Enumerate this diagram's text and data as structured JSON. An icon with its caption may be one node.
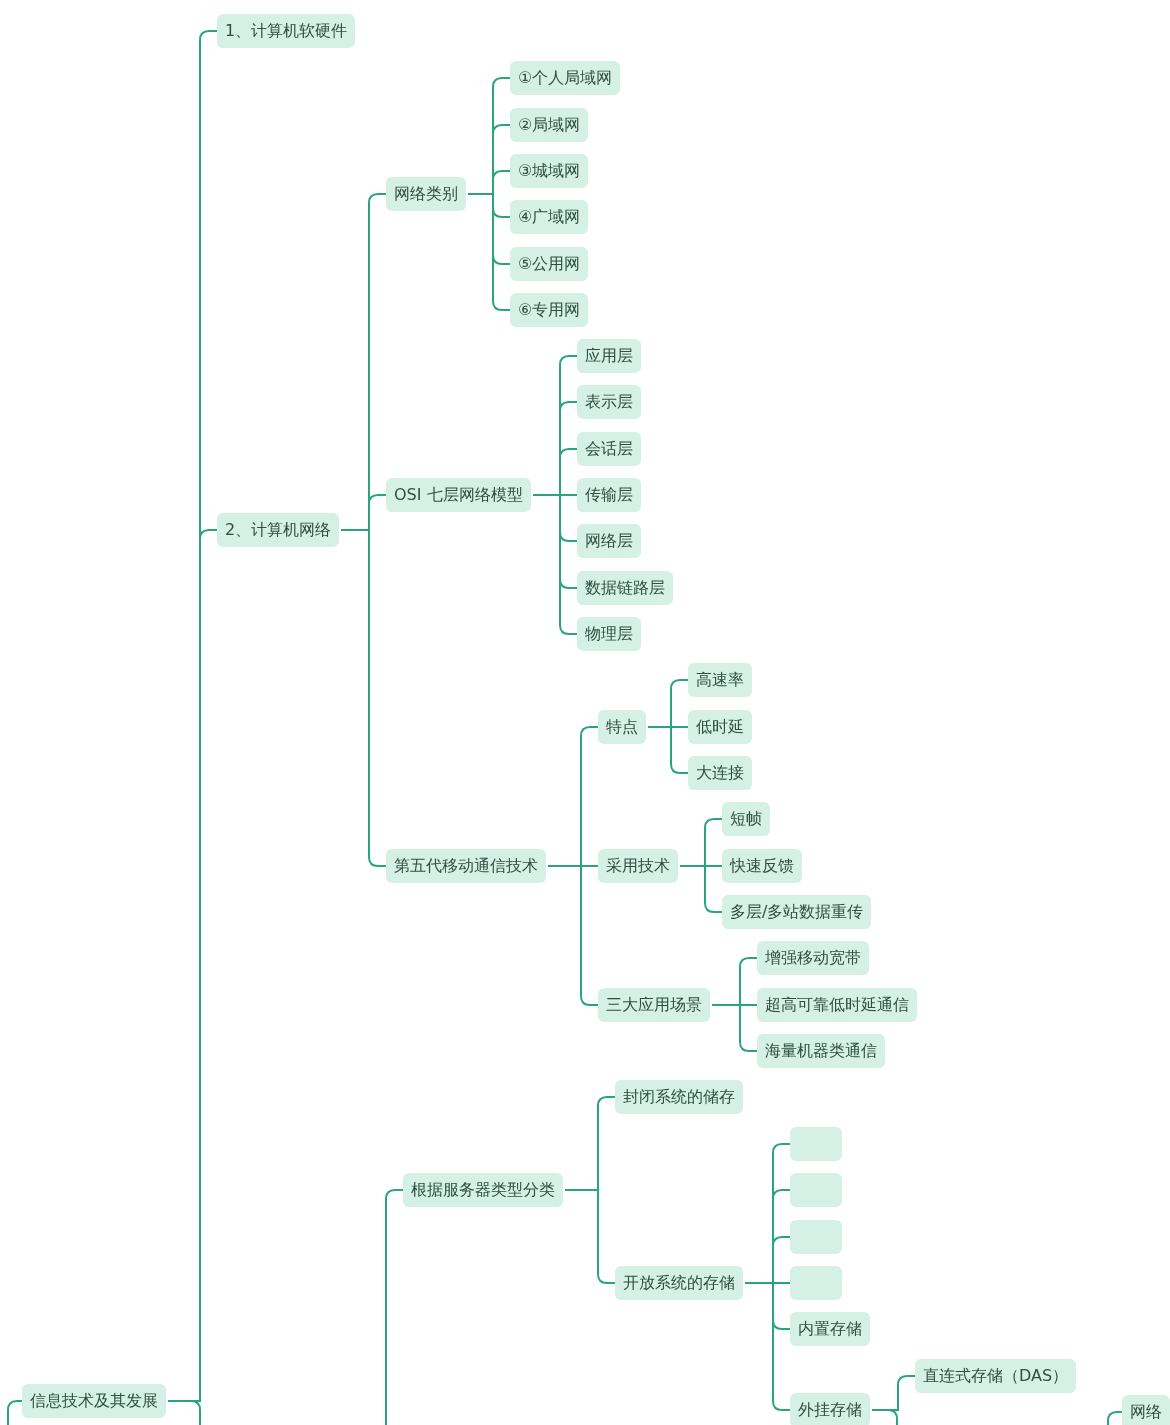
{
  "diagram": {
    "nodes": [
      {
        "text": [
          "信息技术及其发展"
        ]
      },
      {
        "text": [
          "1、计算机软硬件"
        ]
      },
      {
        "text": [
          "2、计算机网络"
        ]
      },
      {
        "text": [
          "网络类别"
        ]
      },
      {
        "text": [
          "①个人局域网"
        ]
      },
      {
        "text": [
          "②局域网"
        ]
      },
      {
        "text": [
          "③城域网"
        ]
      },
      {
        "text": [
          "④广域网"
        ]
      },
      {
        "text": [
          "⑤公用网"
        ]
      },
      {
        "text": [
          "⑥专用网"
        ]
      },
      {
        "text": [
          "OSI 七层网络模型"
        ]
      },
      {
        "text": [
          "应用层"
        ]
      },
      {
        "text": [
          "表示层"
        ]
      },
      {
        "text": [
          "会话层"
        ]
      },
      {
        "text": [
          "传输层"
        ]
      },
      {
        "text": [
          "网络层"
        ]
      },
      {
        "text": [
          "数据链路层"
        ]
      },
      {
        "text": [
          "物理层"
        ]
      },
      {
        "text": [
          "第五代移动通信技术"
        ]
      },
      {
        "text": [
          "特点"
        ]
      },
      {
        "text": [
          "高速率"
        ]
      },
      {
        "text": [
          "低时延"
        ]
      },
      {
        "text": [
          "大连接"
        ]
      },
      {
        "text": [
          "采用技术"
        ]
      },
      {
        "text": [
          "短帧"
        ]
      },
      {
        "text": [
          "快速反馈"
        ]
      },
      {
        "text": [
          "多层/多站数据重传"
        ]
      },
      {
        "text": [
          "三大应用场景"
        ]
      },
      {
        "text": [
          "增强移动宽带"
        ]
      },
      {
        "text": [
          "超高可靠低时延通信"
        ]
      },
      {
        "text": [
          "海量机器类通信"
        ]
      },
      {
        "text": [
          "根据服务器类型分类"
        ]
      },
      {
        "text": [
          "封闭系统的储存"
        ]
      },
      {
        "text": [
          "开放系统的存储"
        ]
      },
      {
        "text": [],
        "shape": "box"
      },
      {
        "text": [],
        "shape": "box"
      },
      {
        "text": [],
        "shape": "box"
      },
      {
        "text": [],
        "shape": "box"
      },
      {
        "text": [
          "内置存储"
        ]
      },
      {
        "text": [
          "外挂存储"
        ]
      },
      {
        "text": [
          "直连式存储（DAS）"
        ]
      },
      {
        "text": [
          "网络"
        ]
      }
    ],
    "edges": [
      {
        "from": null,
        "to": 0,
        "arrow": "none"
      },
      {
        "from": 0,
        "to": 1,
        "arrow": "none"
      },
      {
        "from": 0,
        "to": 2,
        "arrow": "none"
      },
      {
        "from": 2,
        "to": 3,
        "arrow": "none"
      },
      {
        "from": 3,
        "to": 4,
        "arrow": "none"
      },
      {
        "from": 3,
        "to": 5,
        "arrow": "none"
      },
      {
        "from": 3,
        "to": 6,
        "arrow": "none"
      },
      {
        "from": 3,
        "to": 7,
        "arrow": "none"
      },
      {
        "from": 3,
        "to": 8,
        "arrow": "none"
      },
      {
        "from": 3,
        "to": 9,
        "arrow": "none"
      },
      {
        "from": 2,
        "to": 10,
        "arrow": "none"
      },
      {
        "from": 10,
        "to": 11,
        "arrow": "none"
      },
      {
        "from": 10,
        "to": 12,
        "arrow": "none"
      },
      {
        "from": 10,
        "to": 13,
        "arrow": "none"
      },
      {
        "from": 10,
        "to": 14,
        "arrow": "none"
      },
      {
        "from": 10,
        "to": 15,
        "arrow": "none"
      },
      {
        "from": 10,
        "to": 16,
        "arrow": "none"
      },
      {
        "from": 10,
        "to": 17,
        "arrow": "none"
      },
      {
        "from": 2,
        "to": 18,
        "arrow": "none"
      },
      {
        "from": 18,
        "to": 19,
        "arrow": "none"
      },
      {
        "from": 19,
        "to": 20,
        "arrow": "none"
      },
      {
        "from": 19,
        "to": 21,
        "arrow": "none"
      },
      {
        "from": 19,
        "to": 22,
        "arrow": "none"
      },
      {
        "from": 18,
        "to": 23,
        "arrow": "none"
      },
      {
        "from": 23,
        "to": 24,
        "arrow": "none"
      },
      {
        "from": 23,
        "to": 25,
        "arrow": "none"
      },
      {
        "from": 23,
        "to": 26,
        "arrow": "none"
      },
      {
        "from": 18,
        "to": 27,
        "arrow": "none"
      },
      {
        "from": 27,
        "to": 28,
        "arrow": "none"
      },
      {
        "from": 27,
        "to": 29,
        "arrow": "none"
      },
      {
        "from": 27,
        "to": 30,
        "arrow": "none"
      },
      {
        "from": 0,
        "to": null,
        "arrow": "none"
      },
      {
        "from": null,
        "to": 31,
        "arrow": "none"
      },
      {
        "from": 31,
        "to": 32,
        "arrow": "none"
      },
      {
        "from": 31,
        "to": 33,
        "arrow": "none"
      },
      {
        "from": 33,
        "to": 34,
        "arrow": "none"
      },
      {
        "from": 33,
        "to": 35,
        "arrow": "none"
      },
      {
        "from": 33,
        "to": 36,
        "arrow": "none"
      },
      {
        "from": 33,
        "to": 37,
        "arrow": "none"
      },
      {
        "from": 33,
        "to": 38,
        "arrow": "none"
      },
      {
        "from": 33,
        "to": 39,
        "arrow": "none"
      },
      {
        "from": 39,
        "to": 40,
        "arrow": "none"
      },
      {
        "from": 39,
        "to": null,
        "arrow": "none"
      },
      {
        "from": null,
        "to": 41,
        "arrow": "none"
      }
    ]
  }
}
